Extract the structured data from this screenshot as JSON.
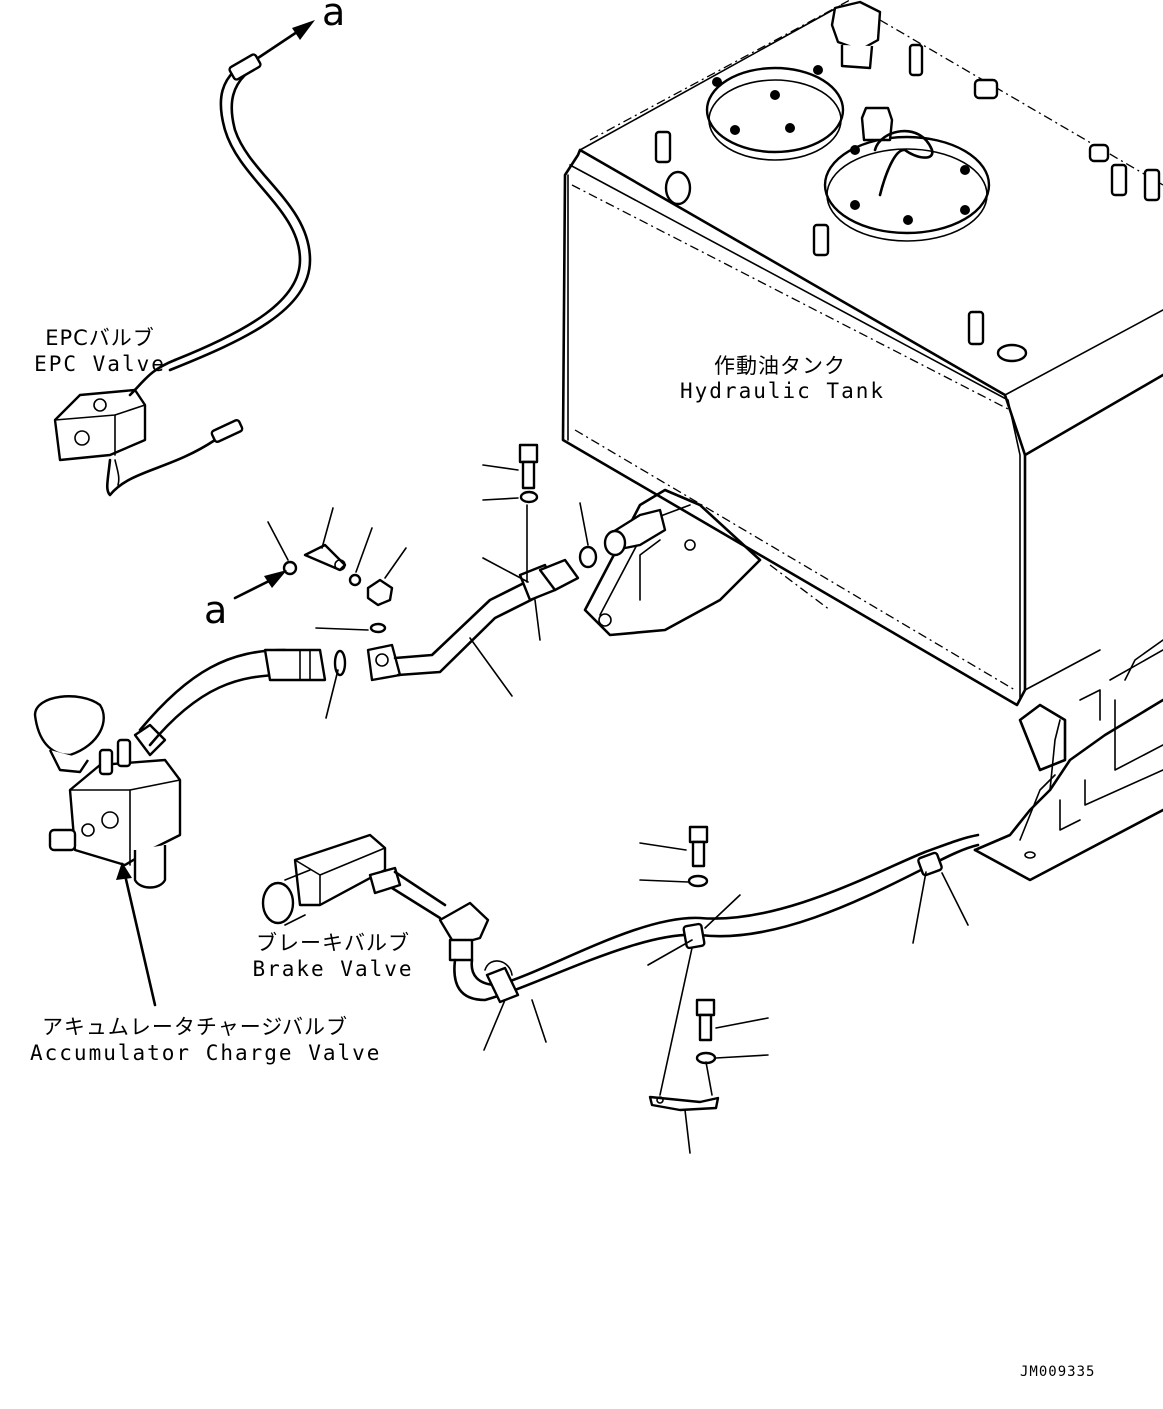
{
  "labels": {
    "epc_jp": "EPCバルブ",
    "epc_en": "EPC Valve",
    "tank_jp": "作動油タンク",
    "tank_en": "Hydraulic Tank",
    "brake_jp": "ブレーキバルブ",
    "brake_en": "Brake Valve",
    "acc_jp": "アキュムレータチャージバルブ",
    "acc_en": "Accumulator Charge Valve"
  },
  "connection_marks": {
    "top": "a",
    "left": "a"
  },
  "drawing_code": "JM009335"
}
